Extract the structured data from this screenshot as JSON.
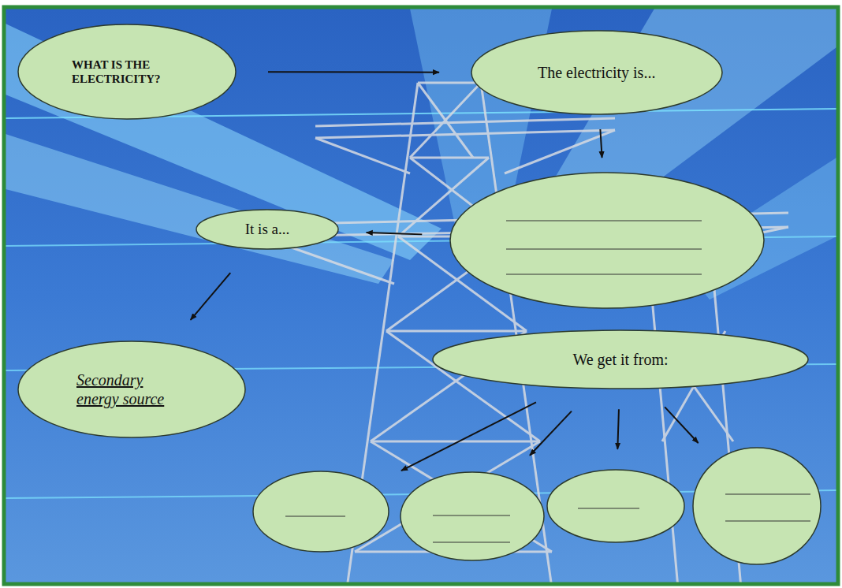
{
  "diagram": {
    "nodes": [
      {
        "text": [
          "WHAT IS THE ELECTRICITY?"
        ]
      },
      {
        "text": [
          "The electricity is..."
        ]
      },
      {
        "text": []
      },
      {
        "text": [
          "It is a..."
        ]
      },
      {
        "text": [
          "Secondary energy source"
        ]
      },
      {
        "text": [
          "We get it from:"
        ]
      },
      {
        "text": []
      },
      {
        "text": []
      },
      {
        "text": []
      },
      {
        "text": []
      }
    ],
    "edges": [
      {
        "from": 0,
        "to": 1,
        "arrow": "to"
      },
      {
        "from": 1,
        "to": 2,
        "arrow": "to"
      },
      {
        "from": 2,
        "to": 3,
        "arrow": "to"
      },
      {
        "from": 3,
        "to": 4,
        "arrow": "to"
      },
      {
        "from": 5,
        "to": 6,
        "arrow": "to"
      },
      {
        "from": 5,
        "to": 7,
        "arrow": "to"
      },
      {
        "from": 5,
        "to": 8,
        "arrow": "to"
      },
      {
        "from": 5,
        "to": 9,
        "arrow": "to"
      }
    ]
  }
}
